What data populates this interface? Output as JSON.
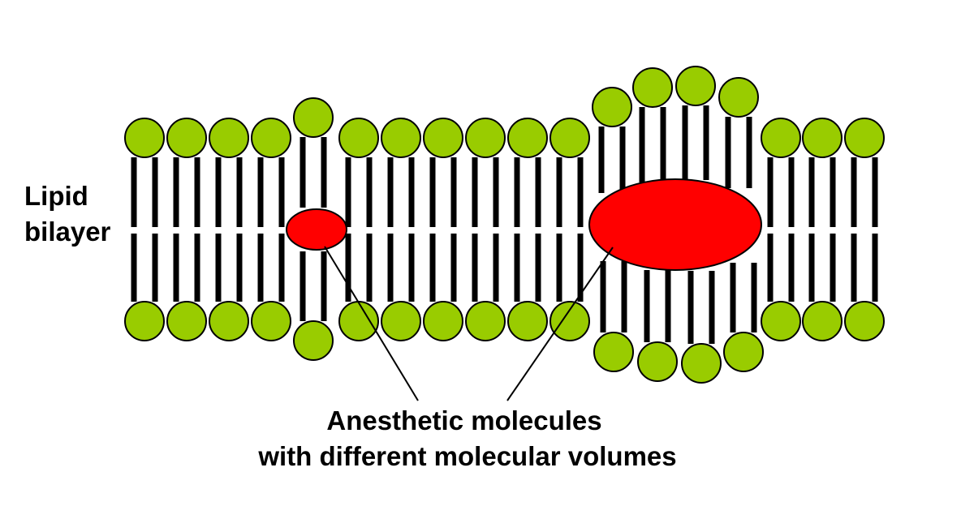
{
  "labels": {
    "bilayer_line1": "Lipid",
    "bilayer_line2": "bilayer",
    "caption_line1": "Anesthetic molecules",
    "caption_line2": "with different molecular volumes"
  },
  "colors": {
    "background": "#ffffff",
    "lipid_head": "#99cc00",
    "anesthetic_molecule": "#ff0000",
    "lipid_tail": "#000000",
    "outline": "#000000"
  }
}
